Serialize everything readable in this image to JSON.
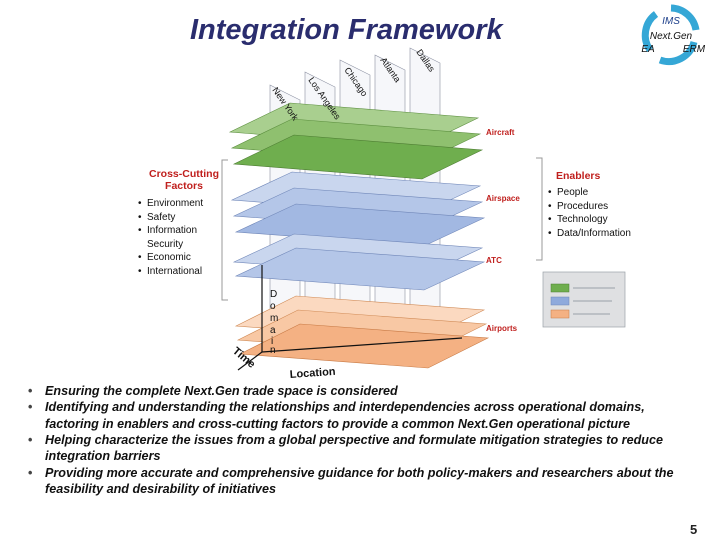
{
  "title": "Integration Framework",
  "logo": {
    "top": "IMS",
    "middle": "Next.Gen",
    "left": "EA",
    "right": "ERM"
  },
  "cross_cutting": {
    "title_line1": "Cross-Cutting",
    "title_line2": "Factors",
    "items": [
      "Environment",
      "Safety",
      "Information",
      "Security",
      "Economic",
      "International"
    ]
  },
  "enablers": {
    "title": "Enablers",
    "items": [
      "People",
      "Procedures",
      "Technology",
      "Data/Information"
    ]
  },
  "layers": {
    "aircraft": "Aircraft",
    "airspace": "Airspace",
    "atc": "ATC",
    "airports": "Airports"
  },
  "cities": [
    "New York",
    "Los Angeles",
    "Chicago",
    "Atlanta",
    "Dallas"
  ],
  "axes": {
    "domain_letters": [
      "D",
      "o",
      "m",
      "a",
      "i",
      "n"
    ],
    "location": "Location",
    "time": "Time"
  },
  "bullets": [
    "Ensuring the complete Next.Gen trade space is considered",
    "Identifying and understanding the relationships and interdependencies across operational domains, factoring in enablers and cross-cutting factors to provide a common Next.Gen operational picture",
    "Helping characterize the issues from a global perspective and formulate mitigation strategies to reduce integration barriers",
    "Providing more accurate and comprehensive guidance for both policy-makers and researchers about the feasibility and desirability of initiatives"
  ],
  "page_number": "5",
  "colors": {
    "title": "#2a2d6e",
    "accent_red": "#c0201e",
    "aircraft_green": "#6fae4e",
    "airspace_blue": "#8faadc",
    "airport_orange": "#f4b183"
  }
}
